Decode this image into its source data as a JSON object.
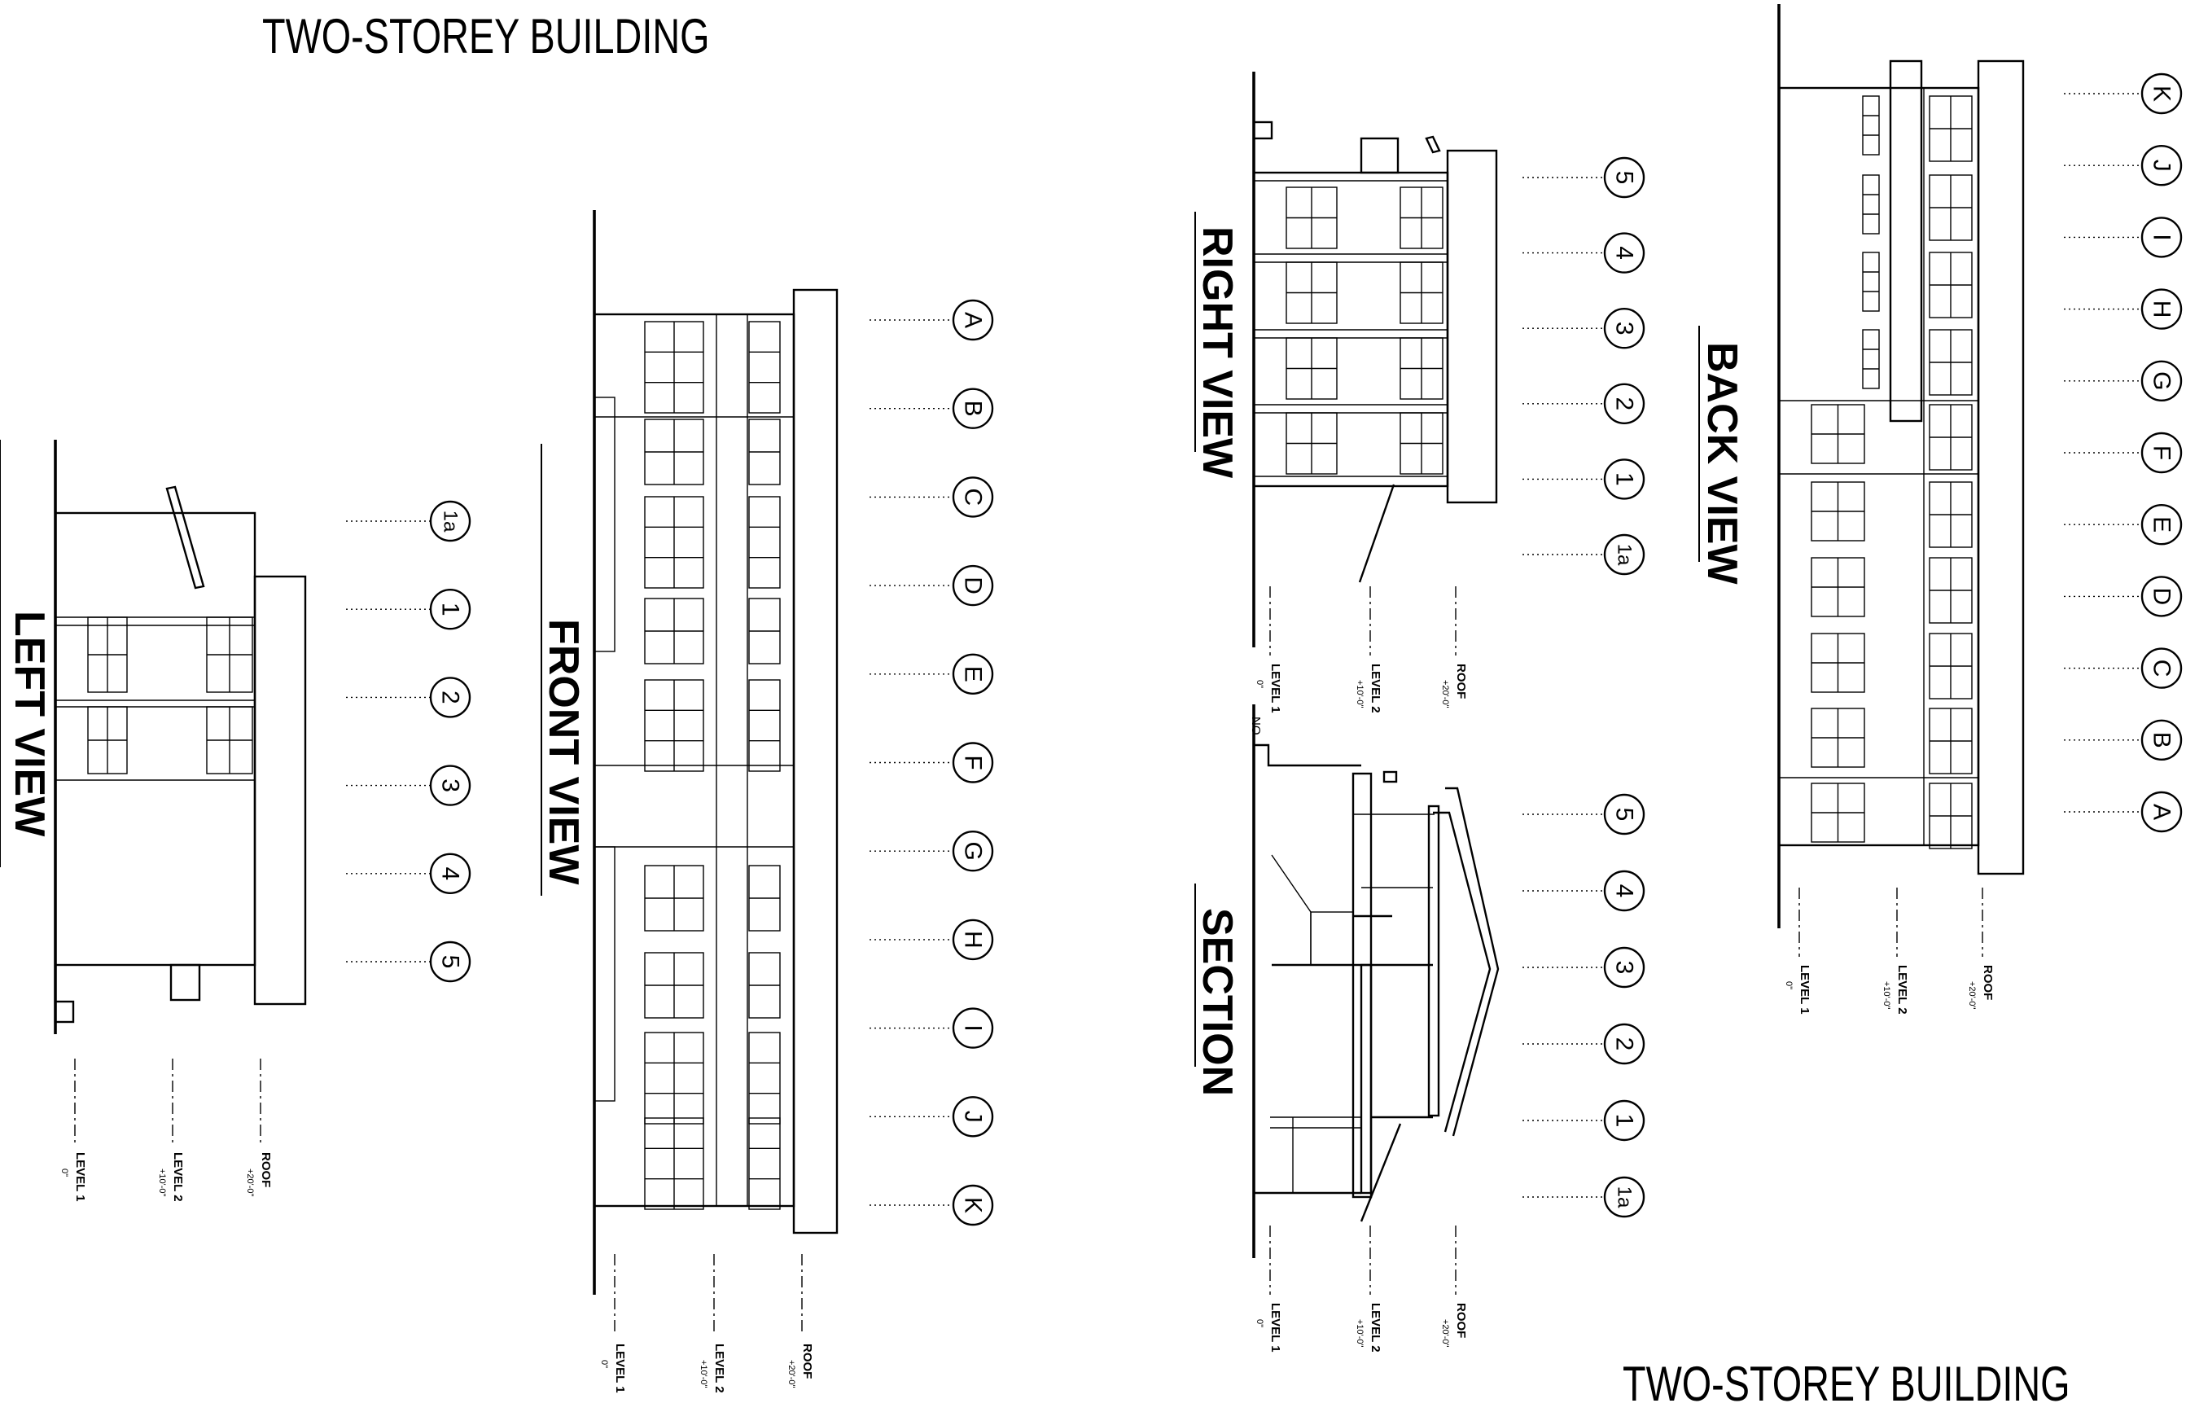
{
  "sheet_titles": {
    "top": "TWO-STOREY BUILDING",
    "bottom": "TWO-STOREY BUILDING"
  },
  "view_titles": {
    "left": "LEFT VIEW",
    "front": "FRONT VIEW",
    "right": "RIGHT VIEW",
    "section": "SECTION",
    "back": "BACK VIEW"
  },
  "levels": {
    "level1": {
      "name": "LEVEL 1",
      "elev": "0\""
    },
    "level2": {
      "name": "LEVEL 2",
      "elev": "+10'-0\""
    },
    "roof": {
      "name": "ROOF",
      "elev": "+20'-0\""
    }
  },
  "grid_labels": {
    "left": [
      "1a",
      "1",
      "2",
      "3",
      "4",
      "5"
    ],
    "front": [
      "A",
      "B",
      "C",
      "D",
      "E",
      "F",
      "G",
      "H",
      "I",
      "J",
      "K"
    ],
    "right": [
      "5",
      "4",
      "3",
      "2",
      "1",
      "1a"
    ],
    "section": [
      "5",
      "4",
      "3",
      "2",
      "1",
      "1a"
    ],
    "back": [
      "K",
      "J",
      "I",
      "H",
      "G",
      "F",
      "E",
      "D",
      "C",
      "B",
      "A"
    ]
  },
  "section_note": "NO"
}
